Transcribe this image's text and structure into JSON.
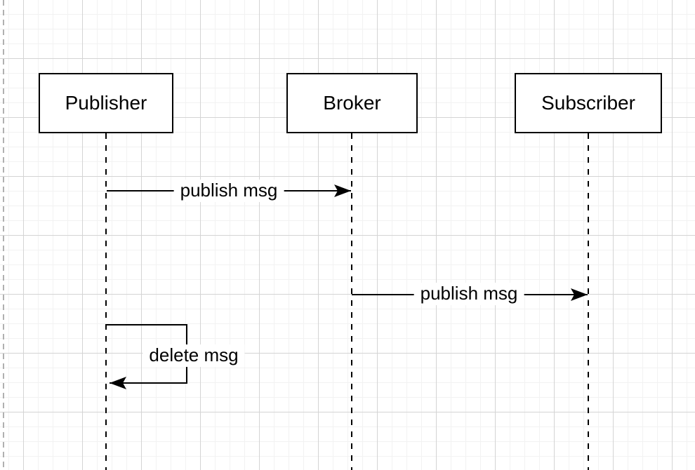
{
  "diagram": {
    "type": "sequence-diagram",
    "actors": [
      {
        "id": "publisher",
        "label": "Publisher"
      },
      {
        "id": "broker",
        "label": "Broker"
      },
      {
        "id": "subscriber",
        "label": "Subscriber"
      }
    ],
    "messages": [
      {
        "label": "publish msg",
        "from": "Publisher",
        "to": "Broker",
        "kind": "arrow"
      },
      {
        "label": "publish msg",
        "from": "Broker",
        "to": "Subscriber",
        "kind": "arrow"
      },
      {
        "label": "delete msg",
        "from": "Publisher",
        "to": "Publisher",
        "kind": "self-loop"
      }
    ],
    "colors": {
      "background": "#ffffff",
      "shape_fill": "#ffffff",
      "stroke": "#000000",
      "grid_minor": "#f2f2f2",
      "grid_major": "#d4d4d4",
      "page_border": "#b0b0b0"
    }
  }
}
